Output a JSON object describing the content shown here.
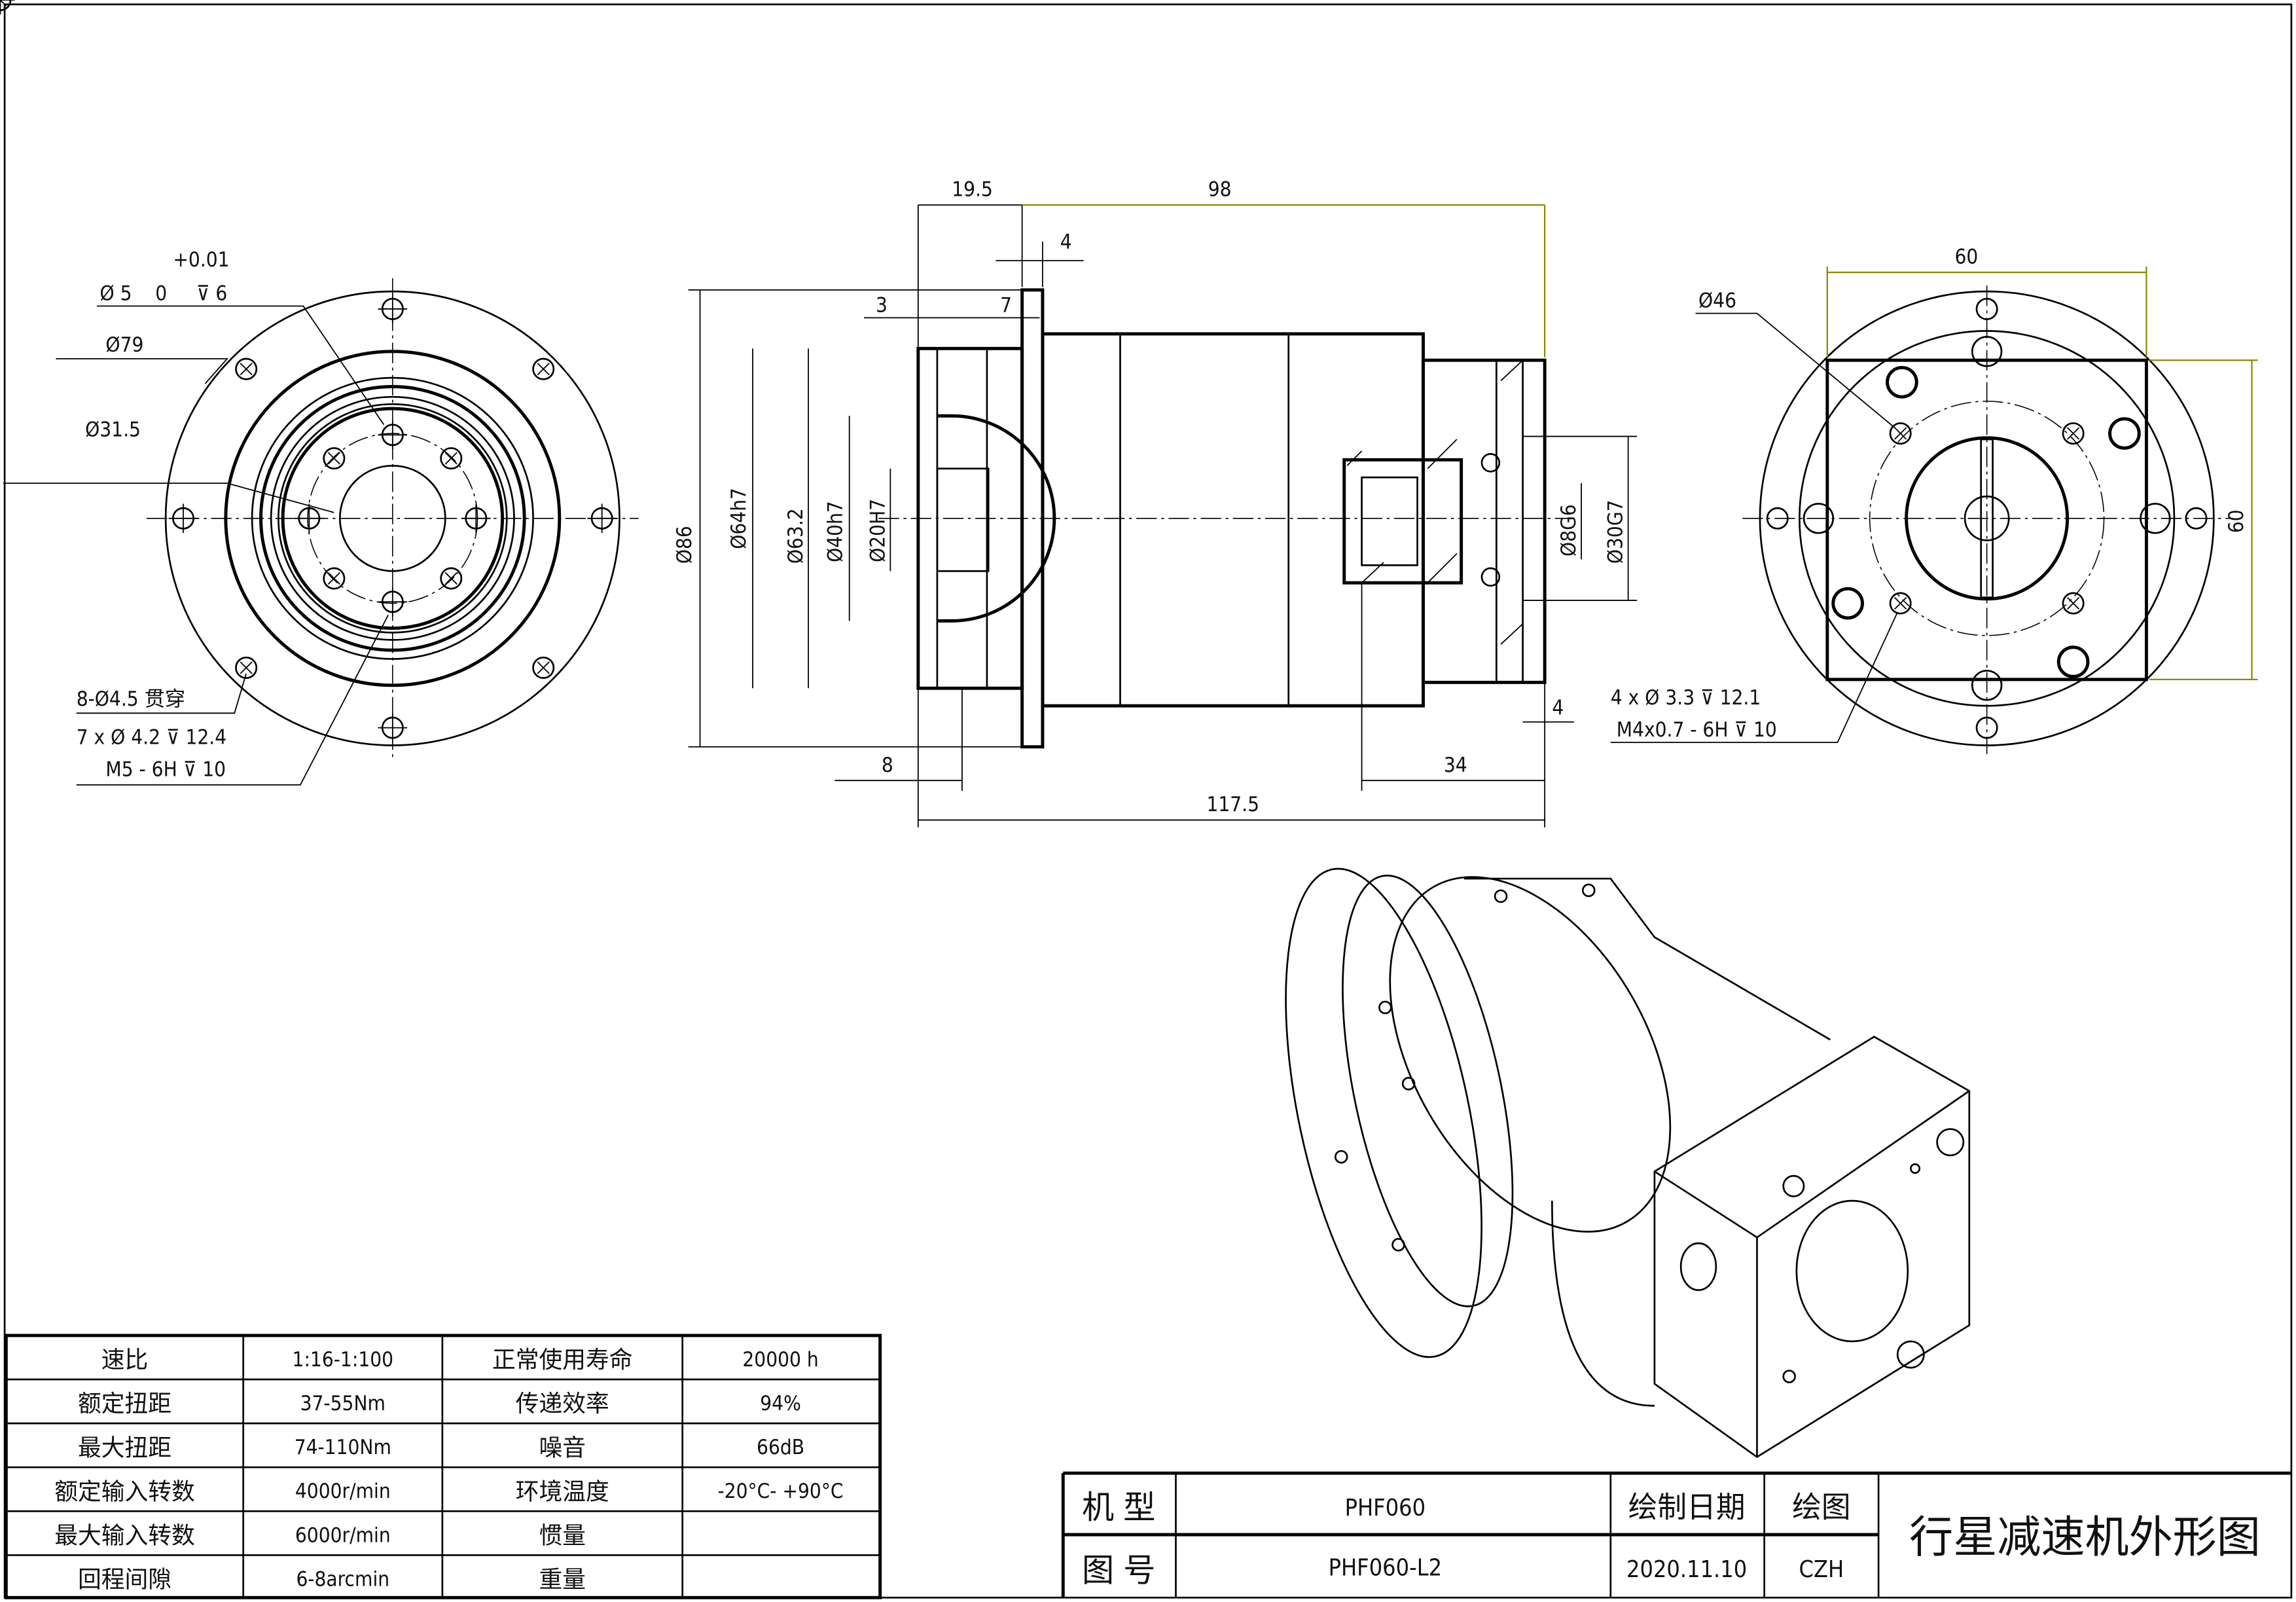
{
  "title": "行星减速机外形图",
  "colors": {
    "line": "#000000",
    "dimension_highlight": "#8a8a00",
    "background": "#ffffff"
  },
  "front_view": {
    "tolerance_upper": "+0.01",
    "pin_hole": "Ø 5    0     ⊽ 6",
    "d79": "Ø79",
    "d31_5": "Ø31.5",
    "through_holes": "8-Ø4.5 贯穿",
    "tapped_1": "7 x Ø 4.2 ⊽ 12.4",
    "tapped_2": "M5 - 6H ⊽ 10"
  },
  "side_view": {
    "d19_5": "19.5",
    "d98": "98",
    "d4_top": "4",
    "d3": "3",
    "d7": "7",
    "d86": "Ø86",
    "d64h7": "Ø64h7",
    "d63_2": "Ø63.2",
    "d40h7": "Ø40h7",
    "d20H7": "Ø20H7",
    "d8G6": "Ø8G6",
    "d30G7": "Ø30G7",
    "d8": "8",
    "d4_bottom": "4",
    "d34": "34",
    "d117_5": "117.5"
  },
  "rear_view": {
    "d46": "Ø46",
    "d60_top": "60",
    "d60_side": "60",
    "hole_1": "4 x Ø 3.3 ⊽ 12.1",
    "hole_2": "M4x0.7 - 6H ⊽ 10"
  },
  "spec_table": {
    "rows": [
      {
        "k1": "速比",
        "v1": "1:16-1:100",
        "k2": "正常使用寿命",
        "v2": "20000 h"
      },
      {
        "k1": "额定扭距",
        "v1": "37-55Nm",
        "k2": "传递效率",
        "v2": "94%"
      },
      {
        "k1": "最大扭距",
        "v1": "74-110Nm",
        "k2": "噪音",
        "v2": "66dB"
      },
      {
        "k1": "额定输入转数",
        "v1": "4000r/min",
        "k2": "环境温度",
        "v2": "-20°C- +90°C"
      },
      {
        "k1": "最大输入转数",
        "v1": "6000r/min",
        "k2": "惯量",
        "v2": ""
      },
      {
        "k1": "回程间隙",
        "v1": "6-8arcmin",
        "k2": "重量",
        "v2": ""
      }
    ]
  },
  "title_block": {
    "model_label": "机 型",
    "model": "PHF060",
    "drawing_no_label": "图 号",
    "drawing_no": "PHF060-L2",
    "date_label": "绘制日期",
    "date": "2020.11.10",
    "drawer_label": "绘图",
    "drawer": "CZH",
    "title": "行星减速机外形图"
  }
}
